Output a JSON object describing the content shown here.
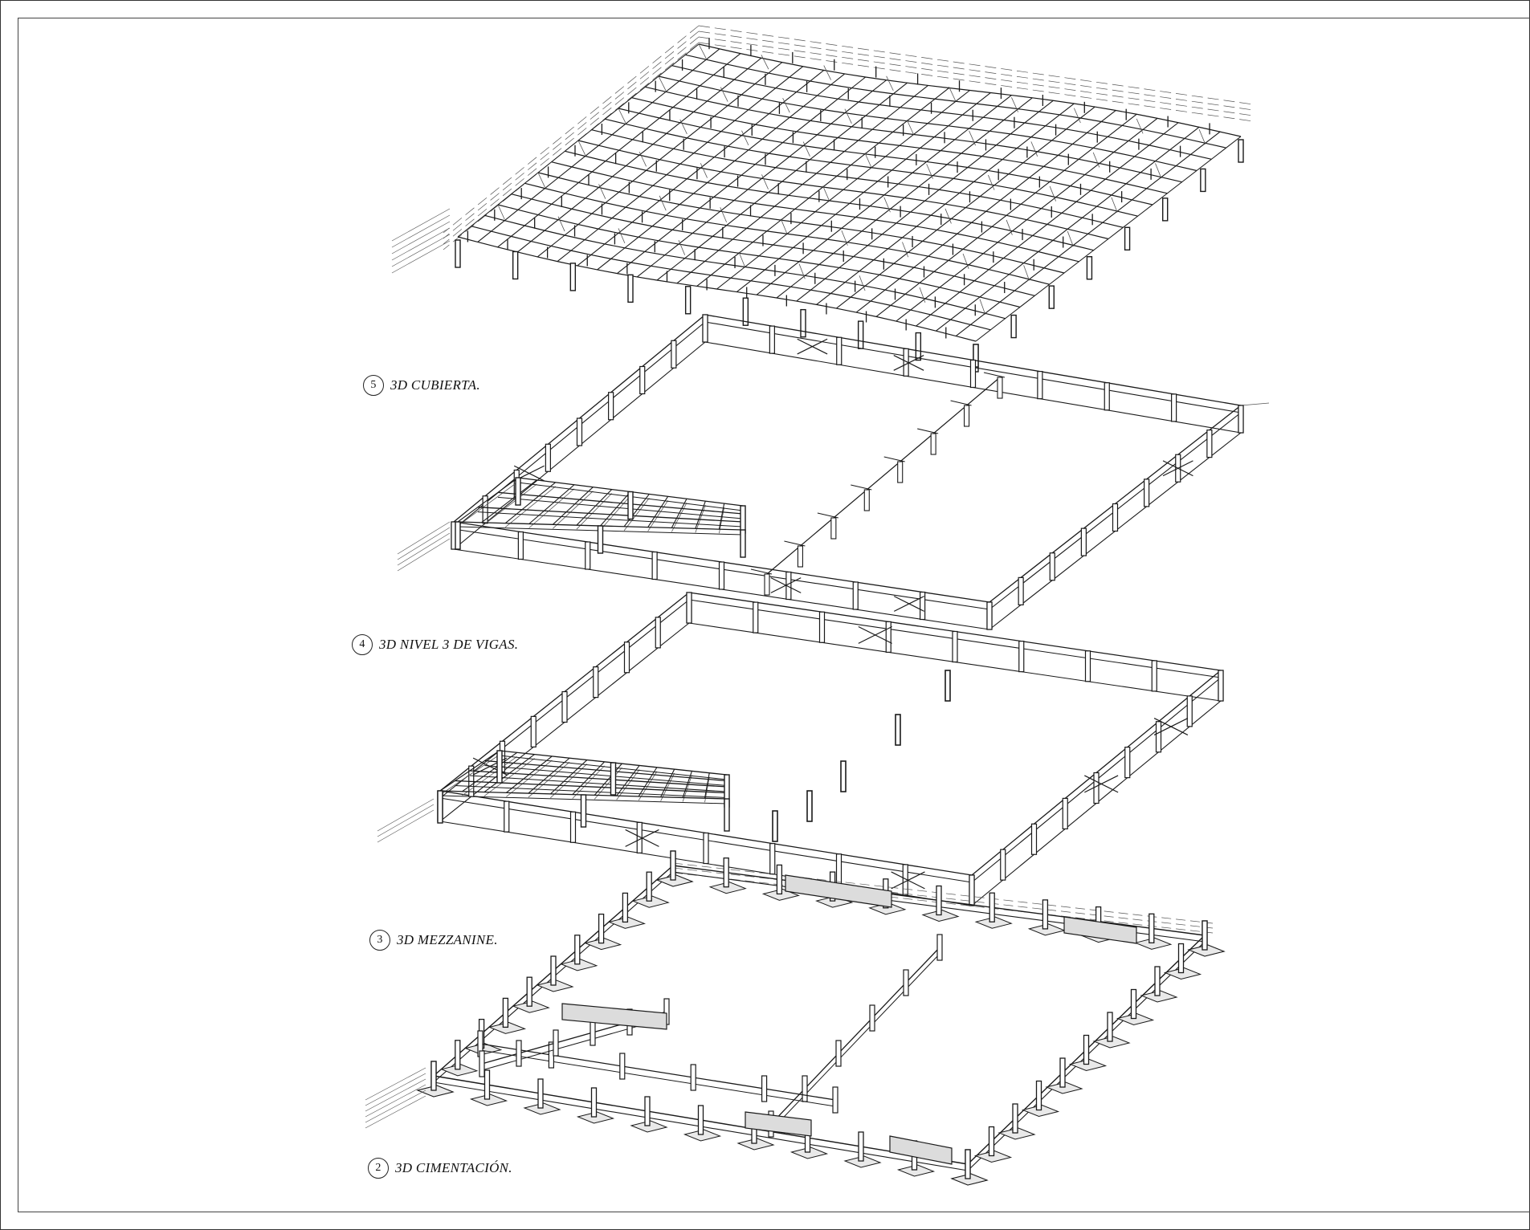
{
  "sheet": {
    "line_color": "#1a1a1a",
    "accent_color": "#555555"
  },
  "views": [
    {
      "id": "cubierta",
      "number": "5",
      "title": "3D CUBIERTA."
    },
    {
      "id": "nivel3",
      "number": "4",
      "title": "3D NIVEL 3 DE VIGAS."
    },
    {
      "id": "mezzanine",
      "number": "3",
      "title": "3D MEZZANINE."
    },
    {
      "id": "cimentacion",
      "number": "2",
      "title": "3D CIMENTACIÓN."
    }
  ]
}
